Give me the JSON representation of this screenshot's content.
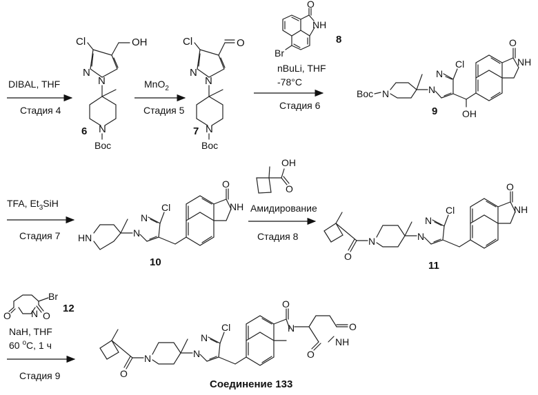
{
  "scheme": {
    "steps": [
      {
        "id": "step4",
        "reagents": "DIBAL, THF",
        "stage": "Стадия 4"
      },
      {
        "id": "step5",
        "reagent_main": "MnO",
        "reagent_sub": "2",
        "stage": "Стадия 5"
      },
      {
        "id": "step6",
        "reagent_line1": "nBuLi, THF",
        "reagent_line2": "-78°C",
        "reagent_compound": "8",
        "stage": "Стадия 6"
      },
      {
        "id": "step7",
        "reagent_a": "TFA, Et",
        "reagent_sub": "3",
        "reagent_b": "SiH",
        "stage": "Стадия 7"
      },
      {
        "id": "step8",
        "reagents": "Амидирование",
        "stage": "Стадия 8"
      },
      {
        "id": "step9",
        "reagent_line1": "NaH, THF",
        "reagent_line2_a": "60 ",
        "reagent_line2_sup": "o",
        "reagent_line2_b": "C, 1 ч",
        "reagent_compound": "12",
        "stage": "Стадия 9"
      }
    ],
    "compounds": {
      "c6": "6",
      "c7": "7",
      "c8": "8",
      "c9": "9",
      "c10": "10",
      "c11": "11",
      "c12": "12",
      "final": "Соединение 133"
    },
    "atoms": {
      "Cl": "Cl",
      "OH": "OH",
      "O": "O",
      "N": "N",
      "NH": "NH",
      "HN": "HN",
      "Br": "Br",
      "Boc": "Boc"
    }
  }
}
